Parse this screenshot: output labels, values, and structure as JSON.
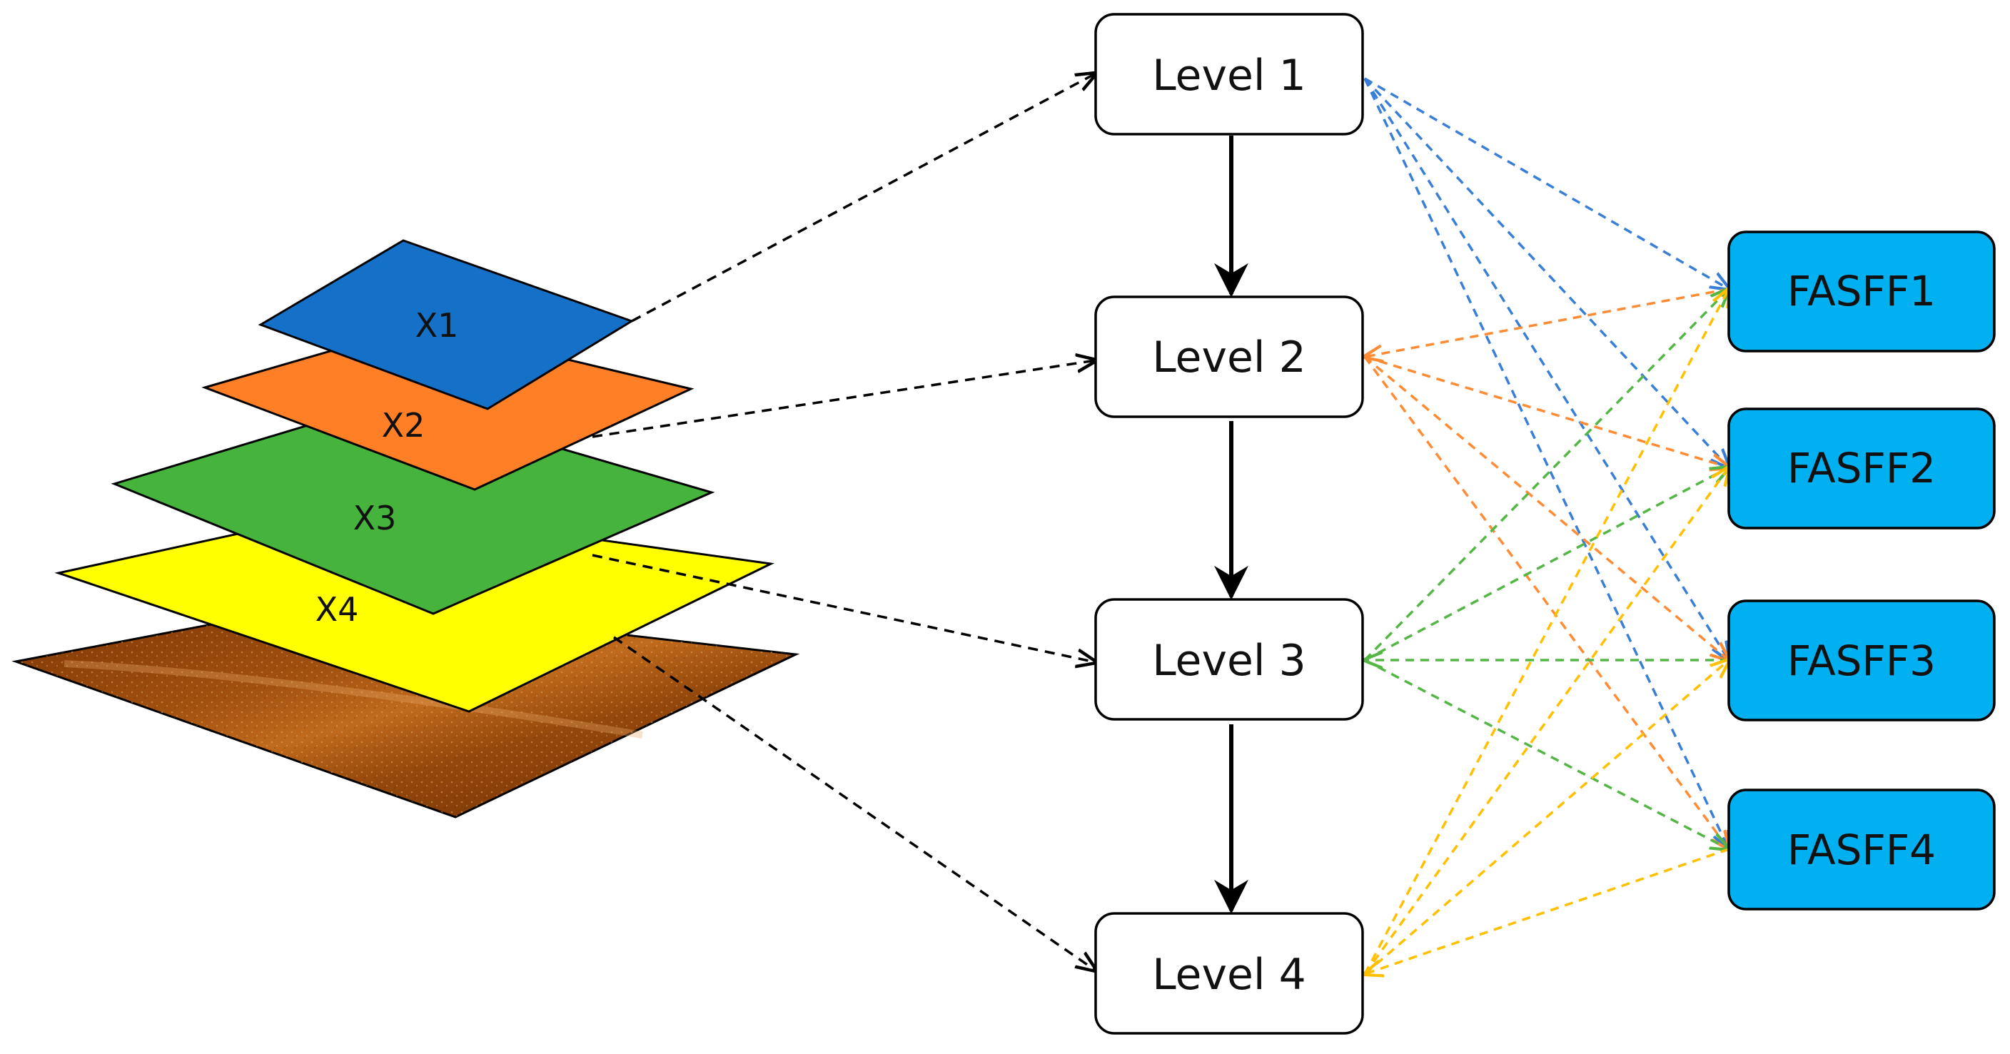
{
  "colors": {
    "x1": "#1570c8",
    "x2": "#ff7f27",
    "x3": "#45b33c",
    "x4": "#ffff00",
    "feature_map": "#8a3f06",
    "fasff_fill": "#00b0f0",
    "level_fill": "#ffffff",
    "link_black": "#000000",
    "link_level1": "#3a7fd6",
    "link_level2": "#ff8c35",
    "link_level3": "#54b745",
    "link_level4": "#ffc000"
  },
  "input_stack": {
    "layers": [
      {
        "label": "X1"
      },
      {
        "label": "X2"
      },
      {
        "label": "X3"
      },
      {
        "label": "X4"
      }
    ]
  },
  "levels": [
    {
      "label": "Level 1"
    },
    {
      "label": "Level 2"
    },
    {
      "label": "Level 3"
    },
    {
      "label": "Level 4"
    }
  ],
  "outputs": [
    {
      "label": "FASFF1"
    },
    {
      "label": "FASFF2"
    },
    {
      "label": "FASFF3"
    },
    {
      "label": "FASFF4"
    }
  ]
}
